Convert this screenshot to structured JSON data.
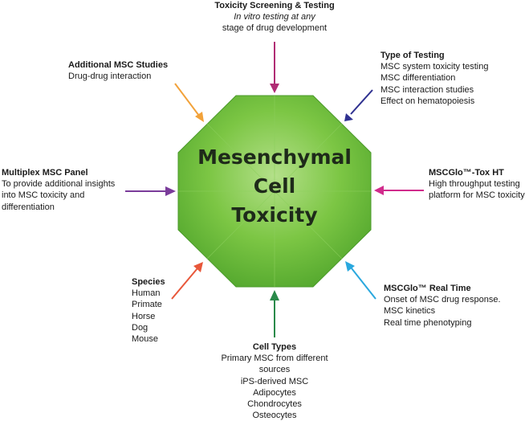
{
  "center": {
    "lines": [
      "Mesenchymal",
      "Cell",
      "Toxicity"
    ]
  },
  "colors": {
    "octagon_light": "#b4e08a",
    "octagon_mid": "#7cc644",
    "octagon_dark": "#54a82e",
    "arrow_magenta": "#b02c74",
    "arrow_navy": "#2f3190",
    "arrow_pink": "#d12c8c",
    "arrow_cyan": "#2aa8de",
    "arrow_green": "#2a8a4a",
    "arrow_red": "#e8573a",
    "arrow_purple": "#7a3c9a",
    "arrow_orange": "#f2a23a"
  },
  "labels": {
    "toxicity_screening": {
      "title": "Toxicity Screening & Testing",
      "lines": [
        "In vitro testing at any",
        "stage of drug development"
      ]
    },
    "type_of_testing": {
      "title": "Type of Testing",
      "lines": [
        "MSC system toxicity testing",
        "MSC differentiation",
        "MSC interaction studies",
        "Effect on hematopoiesis"
      ]
    },
    "mscglo_tox_ht": {
      "title": "MSCGlo™-Tox HT",
      "lines": [
        "High throughput testing",
        "platform for MSC toxicity"
      ]
    },
    "mscglo_real_time": {
      "title": "MSCGlo™ Real Time",
      "lines": [
        "Onset of MSC drug response.",
        "MSC kinetics",
        "Real time phenotyping"
      ]
    },
    "cell_types": {
      "title": "Cell Types",
      "lines": [
        "Primary MSC from different",
        "sources",
        "iPS-derived MSC",
        "Adipocytes",
        "Chondrocytes",
        "Osteocytes"
      ]
    },
    "species": {
      "title": "Species",
      "lines": [
        "Human",
        "Primate",
        "Horse",
        "Dog",
        "Mouse"
      ]
    },
    "multiplex_msc_panel": {
      "title": "Multiplex  MSC Panel",
      "lines": [
        "To provide additional insights",
        "into MSC toxicity and",
        "differentiation"
      ]
    },
    "additional_msc_studies": {
      "title": "Additional MSC Studies",
      "lines": [
        "Drug-drug interaction"
      ]
    }
  }
}
